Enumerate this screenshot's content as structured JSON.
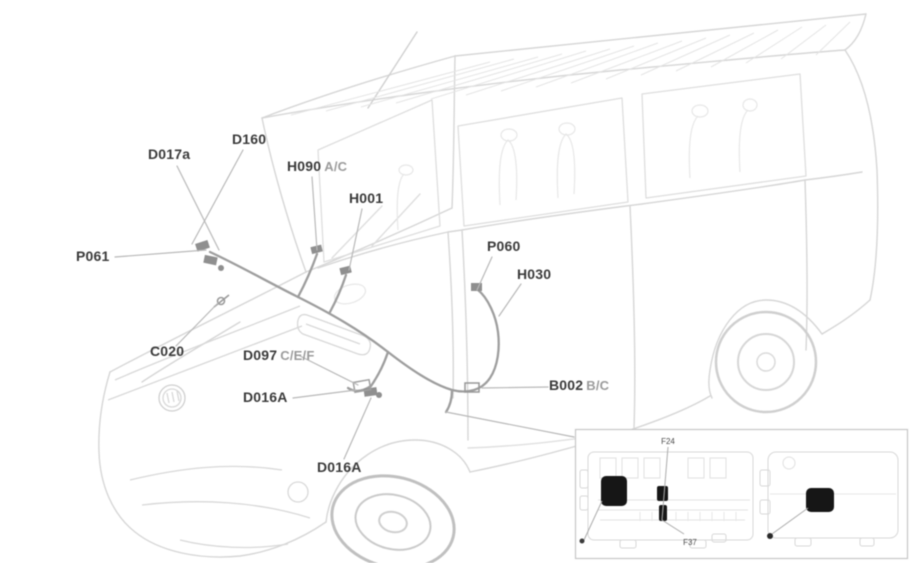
{
  "labels": [
    {
      "code": "D017a",
      "variant": ""
    },
    {
      "code": "D160",
      "variant": ""
    },
    {
      "code": "H090",
      "variant": "A/C"
    },
    {
      "code": "H001",
      "variant": ""
    },
    {
      "code": "P061",
      "variant": ""
    },
    {
      "code": "C020",
      "variant": ""
    },
    {
      "code": "D097",
      "variant": "C/E/F"
    },
    {
      "code": "D016A",
      "variant": ""
    },
    {
      "code": "D016A",
      "variant": ""
    },
    {
      "code": "P060",
      "variant": ""
    },
    {
      "code": "H030",
      "variant": ""
    },
    {
      "code": "B002",
      "variant": "B/C"
    }
  ],
  "inset": {
    "fuse_label_top": "F24",
    "fuse_label_bottom": "F37"
  },
  "colors": {
    "background": "#ffffff",
    "label_text": "#3a3a3a",
    "label_variant": "#9b9b9b",
    "vehicle_outline": "#d6d6d6",
    "roof_hatch": "#e4e4e4",
    "harness": "#9e9e9e",
    "leader_line": "#b8b8b8",
    "inset_border": "#c6c6c6",
    "highlight": "#161616"
  }
}
